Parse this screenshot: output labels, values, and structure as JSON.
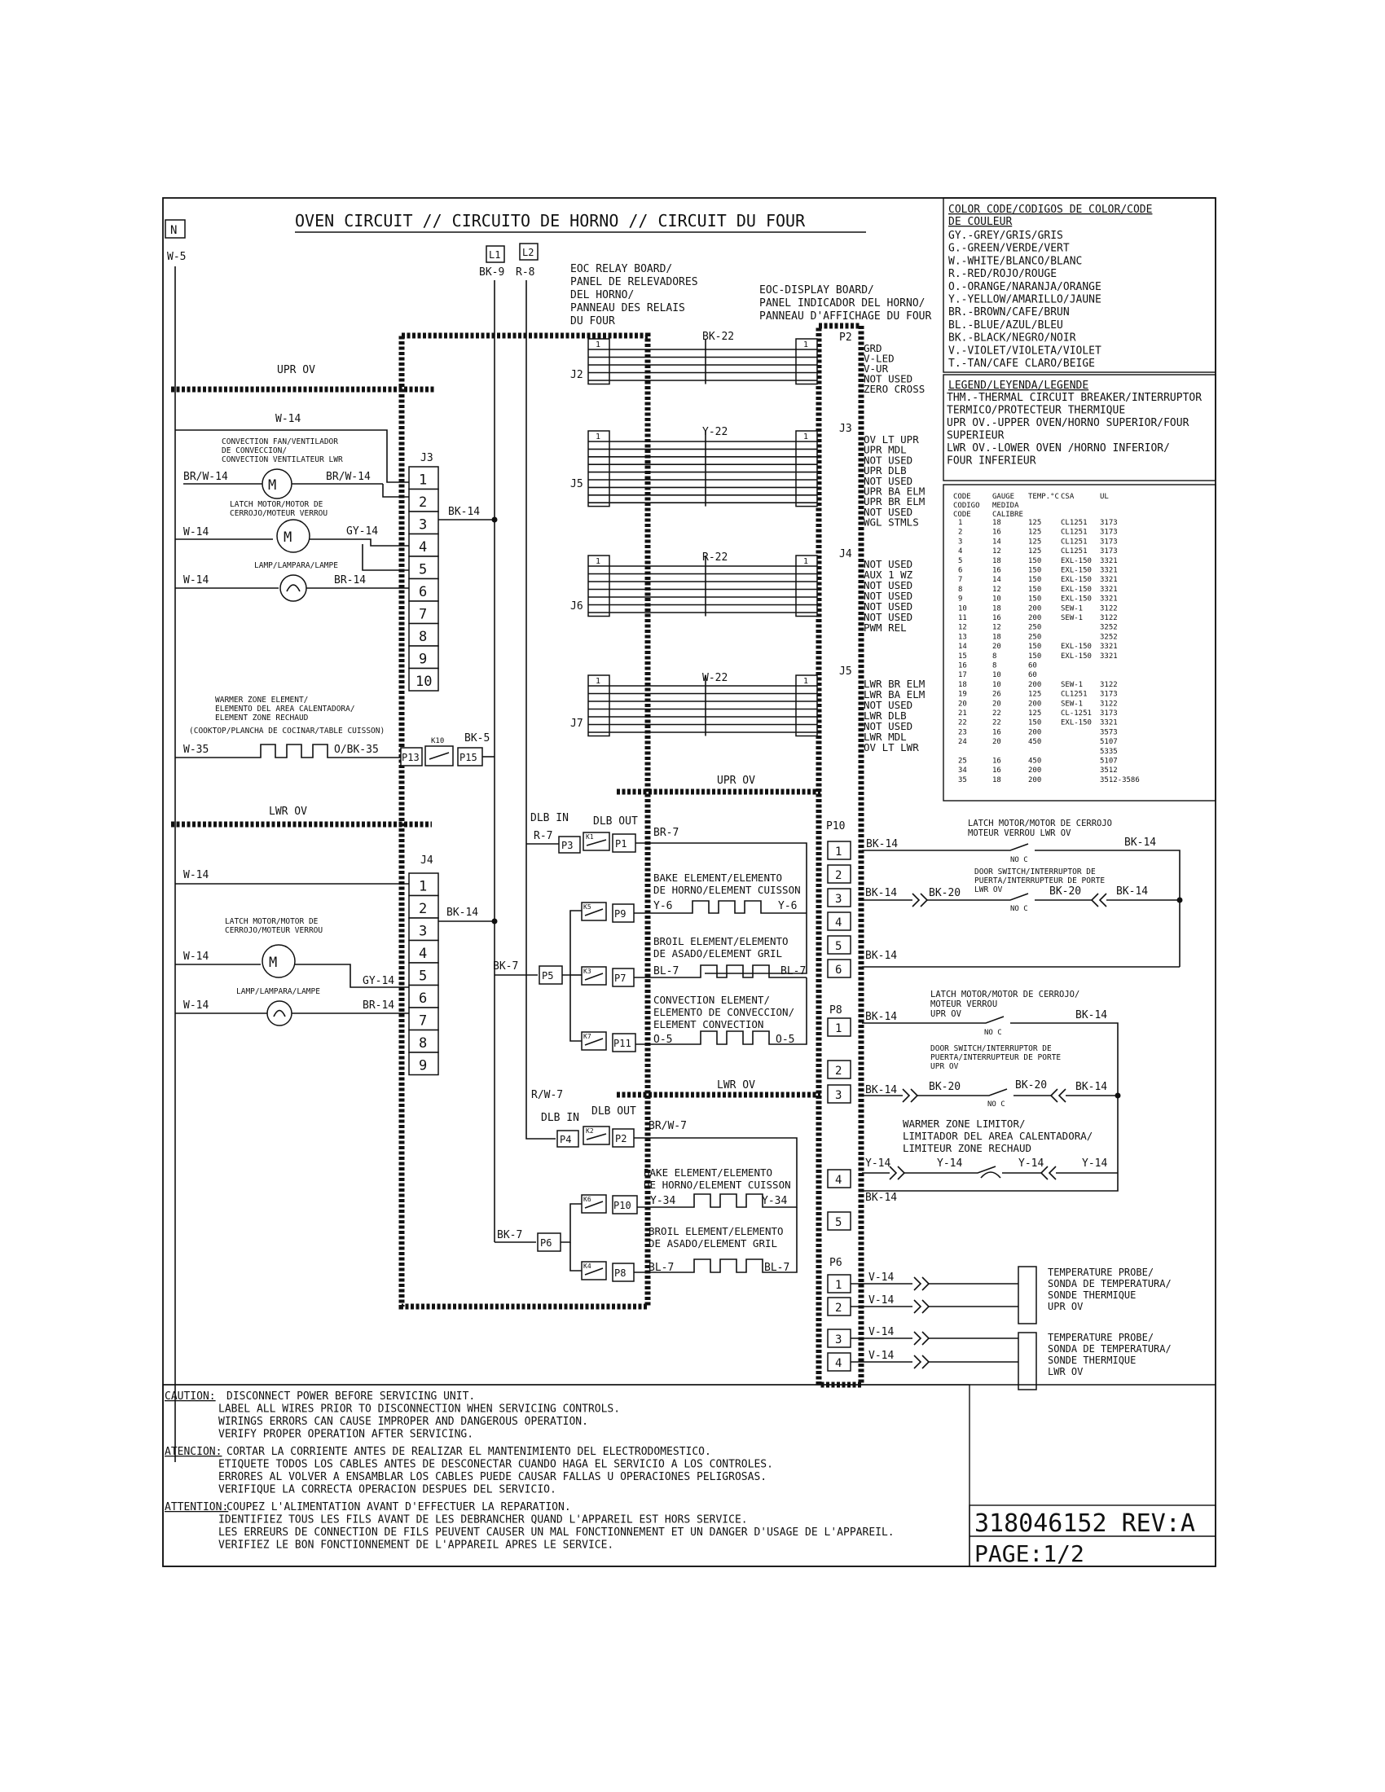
{
  "title": "OVEN CIRCUIT // CIRCUITO DE HORNO // CIRCUIT DU FOUR",
  "terminals": {
    "n": "N",
    "l1": "L1",
    "l2": "L2"
  },
  "wires": {
    "w5": "W-5",
    "bk9": "BK-9",
    "r8": "R-8",
    "bk22": "BK-22",
    "y22": "Y-22",
    "r22": "R-22",
    "w22": "W-22",
    "bk14": "BK-14",
    "bk5": "BK-5",
    "bk7": "BK-7",
    "r7": "R-7",
    "br7": "BR-7",
    "rw7": "R/W-7",
    "brw7": "BR/W-7",
    "w14": "W-14",
    "brw14": "BR/W-14",
    "gy14": "GY-14",
    "br14": "BR-14",
    "w35": "W-35",
    "obk35": "O/BK-35",
    "y6": "Y-6",
    "bl7": "BL-7",
    "bl7b": "BL-7",
    "o5": "O-5",
    "y34": "Y-34",
    "bk20": "BK-20",
    "y14": "Y-14",
    "v14": "V-14"
  },
  "zones": {
    "upr": "UPR OV",
    "lwr": "LWR OV"
  },
  "boards": {
    "relay": [
      "EOC RELAY BOARD/",
      "PANEL DE RELEVADORES",
      "DEL HORNO/",
      "PANNEAU DES RELAIS",
      "DU FOUR"
    ],
    "display": [
      "EOC-DISPLAY BOARD/",
      "PANEL INDICADOR DEL HORNO/",
      "PANNEAU D'AFFICHAGE DU FOUR"
    ]
  },
  "connectors": {
    "j2": "J2",
    "j5": "J5",
    "j6": "J6",
    "j7": "J7",
    "j3": "J3",
    "j4": "J4",
    "j5r": "J5",
    "p2": "P2",
    "p10": "P10",
    "p8": "P8",
    "p6": "P6",
    "p3": "P3",
    "p1": "P1",
    "p9": "P9",
    "p7": "P7",
    "p11": "P11",
    "p5": "P5",
    "p4": "P4",
    "p2b": "P2",
    "p10b": "P10",
    "p8b": "P8",
    "p6b": "P6",
    "p13": "P13",
    "p15": "P15"
  },
  "relays": {
    "k5": "K5",
    "k3": "K3",
    "k7": "K7",
    "k1": "K1",
    "k2": "K2",
    "k6": "K6",
    "k4": "K4",
    "k10": "K10"
  },
  "pin_labels": {
    "p2": [
      "GRD",
      "V-LED",
      "V-UR",
      "NOT USED",
      "ZERO CROSS"
    ],
    "j3": [
      "OV LT UPR",
      "UPR MDL",
      "NOT USED",
      "UPR DLB",
      "NOT USED",
      "UPR BA ELM",
      "UPR BR ELM",
      "NOT USED",
      "WGL STMLS"
    ],
    "j4": [
      "NOT USED",
      "AUX 1 WZ",
      "NOT USED",
      "NOT USED",
      "NOT USED",
      "NOT USED",
      "PWM REL"
    ],
    "j5": [
      "LWR BR ELM",
      "LWR BA ELM",
      "NOT USED",
      "LWR DLB",
      "NOT USED",
      "LWR MDL",
      "OV LT LWR"
    ]
  },
  "components": {
    "conv_fan": [
      "CONVECTION FAN/VENTILADOR",
      "DE CONVECCION/",
      "CONVECTION VENTILATEUR LWR"
    ],
    "latch_upr": [
      "LATCH MOTOR/MOTOR DE",
      "CERROJO/MOTEUR VERROU"
    ],
    "lamp": "LAMP/LAMPARA/LAMPE",
    "warmer": [
      "WARMER ZONE ELEMENT/",
      "ELEMENTO  DEL AREA CALENTADORA/",
      "ELEMENT ZONE RECHAUD",
      "(COOKTOP/PLANCHA DE COCINAR/TABLE CUISSON)"
    ],
    "latch_lwr": [
      "LATCH MOTOR/MOTOR DE",
      "CERROJO/MOTEUR VERROU"
    ],
    "dlb_in": "DLB IN",
    "dlb_out": "DLB OUT",
    "bake": [
      "BAKE ELEMENT/ELEMENTO",
      "DE HORNO/ELEMENT CUISSON"
    ],
    "broil": [
      "BROIL ELEMENT/ELEMENTO",
      "DE ASADO/ELEMENT GRIL"
    ],
    "convection": [
      "CONVECTION ELEMENT/",
      "ELEMENTO DE CONVECCION/",
      "ELEMENT CONVECTION"
    ],
    "latch_lwr_r": [
      "LATCH MOTOR/MOTOR DE CERROJO",
      "MOTEUR VERROU LWR OV"
    ],
    "door_lwr": [
      "DOOR SWITCH/INTERRUPTOR DE",
      "PUERTA/INTERRUPTEUR DE PORTE",
      "LWR OV"
    ],
    "latch_upr_r": [
      "LATCH MOTOR/MOTOR DE CERROJO/",
      "MOTEUR VERROU",
      "UPR OV"
    ],
    "door_upr": [
      "DOOR SWITCH/INTERRUPTOR DE",
      "PUERTA/INTERRUPTEUR DE PORTE",
      "UPR OV"
    ],
    "warmer_limitor": [
      "WARMER ZONE LIMITOR/",
      "LIMITADOR DEL AREA CALENTADORA/",
      "LIMITEUR ZONE RECHAUD"
    ],
    "probe_upr": [
      "TEMPERATURE PROBE/",
      "SONDA DE TEMPERATURA/",
      "SONDE THERMIQUE",
      "UPR OV"
    ],
    "probe_lwr": [
      "TEMPERATURE PROBE/",
      "SONDA DE TEMPERATURA/",
      "SONDE THERMIQUE",
      "LWR OV"
    ],
    "no_c": "NO  C"
  },
  "color_code": {
    "title": [
      "COLOR CODE/CODIGOS DE COLOR/CODE",
      "DE COULEUR"
    ],
    "items": [
      "GY.-GREY/GRIS/GRIS",
      "G.-GREEN/VERDE/VERT",
      "W.-WHITE/BLANCO/BLANC",
      "R.-RED/ROJO/ROUGE",
      "O.-ORANGE/NARANJA/ORANGE",
      "Y.-YELLOW/AMARILLO/JAUNE",
      "BR.-BROWN/CAFE/BRUN",
      "BL.-BLUE/AZUL/BLEU",
      "BK.-BLACK/NEGRO/NOIR",
      "V.-VIOLET/VIOLETA/VIOLET",
      "T.-TAN/CAFE CLARO/BEIGE"
    ]
  },
  "legend": {
    "title": "LEGEND/LEYENDA/LEGENDE",
    "items": [
      "THM.-THERMAL CIRCUIT BREAKER/INTERRUPTOR",
      "TERMICO/PROTECTEUR THERMIQUE",
      "UPR OV.-UPPER OVEN/HORNO SUPERIOR/FOUR",
      "        SUPERIEUR",
      "LWR OV.-LOWER OVEN /HORNO INFERIOR/",
      "        FOUR INFERIEUR"
    ]
  },
  "gauge_table": {
    "headers": [
      [
        "CODE",
        "CODIGO",
        "CODE"
      ],
      [
        "GAUGE",
        "MEDIDA",
        "CALIBRE"
      ],
      [
        "TEMP.°C"
      ],
      [
        "CSA"
      ],
      [
        "UL"
      ]
    ],
    "rows": [
      [
        "1",
        "18",
        "125",
        "CL1251",
        "3173"
      ],
      [
        "2",
        "16",
        "125",
        "CL1251",
        "3173"
      ],
      [
        "3",
        "14",
        "125",
        "CL1251",
        "3173"
      ],
      [
        "4",
        "12",
        "125",
        "CL1251",
        "3173"
      ],
      [
        "5",
        "18",
        "150",
        "EXL-150",
        "3321"
      ],
      [
        "6",
        "16",
        "150",
        "EXL-150",
        "3321"
      ],
      [
        "7",
        "14",
        "150",
        "EXL-150",
        "3321"
      ],
      [
        "8",
        "12",
        "150",
        "EXL-150",
        "3321"
      ],
      [
        "9",
        "10",
        "150",
        "EXL-150",
        "3321"
      ],
      [
        "10",
        "18",
        "200",
        "SEW-1",
        "3122"
      ],
      [
        "11",
        "16",
        "200",
        "SEW-1",
        "3122"
      ],
      [
        "12",
        "12",
        "250",
        "",
        "3252"
      ],
      [
        "13",
        "18",
        "250",
        "",
        "3252"
      ],
      [
        "14",
        "20",
        "150",
        "EXL-150",
        "3321"
      ],
      [
        "15",
        "8",
        "150",
        "EXL-150",
        "3321"
      ],
      [
        "16",
        "8",
        "60",
        "",
        ""
      ],
      [
        "17",
        "10",
        "60",
        "",
        ""
      ],
      [
        "18",
        "10",
        "200",
        "SEW-1",
        "3122"
      ],
      [
        "19",
        "26",
        "125",
        "CL1251",
        "3173"
      ],
      [
        "20",
        "20",
        "200",
        "SEW-1",
        "3122"
      ],
      [
        "21",
        "22",
        "125",
        "CL-1251",
        "3173"
      ],
      [
        "22",
        "22",
        "150",
        "EXL-150",
        "3321"
      ],
      [
        "23",
        "16",
        "200",
        "",
        "3573"
      ],
      [
        "24",
        "20",
        "450",
        "",
        "5107"
      ],
      [
        "",
        "",
        "",
        "",
        "5335"
      ],
      [
        "25",
        "16",
        "450",
        "",
        "5107"
      ],
      [
        "34",
        "16",
        "200",
        "",
        "3512"
      ],
      [
        "35",
        "18",
        "200",
        "",
        "3512-3586"
      ]
    ]
  },
  "caution": {
    "caution_head": "CAUTION:",
    "caution": [
      "DISCONNECT POWER BEFORE SERVICING UNIT.",
      "LABEL ALL WIRES PRIOR TO DISCONNECTION WHEN SERVICING CONTROLS.",
      "WIRINGS ERRORS CAN CAUSE IMPROPER AND DANGEROUS OPERATION.",
      "VERIFY PROPER OPERATION AFTER SERVICING."
    ],
    "atencion_head": "ATENCION:",
    "atencion": [
      "CORTAR LA CORRIENTE ANTES DE REALIZAR EL MANTENIMIENTO DEL ELECTRODOMESTICO.",
      "ETIQUETE TODOS LOS CABLES ANTES DE DESCONECTAR CUANDO HAGA EL SERVICIO A LOS CONTROLES.",
      "ERRORES AL VOLVER A ENSAMBLAR LOS CABLES PUEDE CAUSAR FALLAS U OPERACIONES PELIGROSAS.",
      "VERIFIQUE LA CORRECTA OPERACION DESPUES DEL SERVICIO."
    ],
    "attention_head": "ATTENTION:",
    "attention": [
      "COUPEZ L'ALIMENTATION AVANT D'EFFECTUER LA REPARATION.",
      "IDENTIFIEZ TOUS LES FILS AVANT DE LES DEBRANCHER QUAND L'APPAREIL EST HORS SERVICE.",
      "LES ERREURS DE CONNECTION DE FILS PEUVENT CAUSER UN MAL FONCTIONNEMENT ET UN DANGER D'USAGE DE L'APPAREIL.",
      "VERIFIEZ LE BON FONCTIONNEMENT DE L'APPAREIL APRES LE SERVICE."
    ]
  },
  "part_number": "318046152 REV:A",
  "page": "PAGE:1/2"
}
